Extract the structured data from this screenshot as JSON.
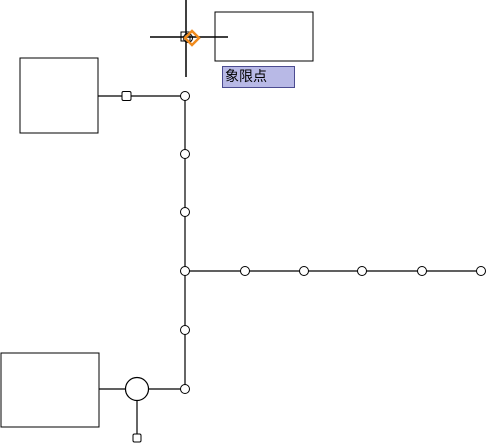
{
  "canvas": {
    "background": "#ffffff",
    "line_color": "#000000"
  },
  "snap": {
    "tooltip_label": "象限点",
    "marker_color": "#f08a1c",
    "tooltip_background": "#b8b9e6",
    "tooltip_border": "#4b4b90",
    "marker_icon": "quadrant-snap-marker"
  },
  "cursor": {
    "icon": "crosshair-cursor"
  },
  "objects": {
    "rectangles": 3,
    "large_circle": 1,
    "small_node_circles": 12,
    "small_square_nodes": 2
  }
}
